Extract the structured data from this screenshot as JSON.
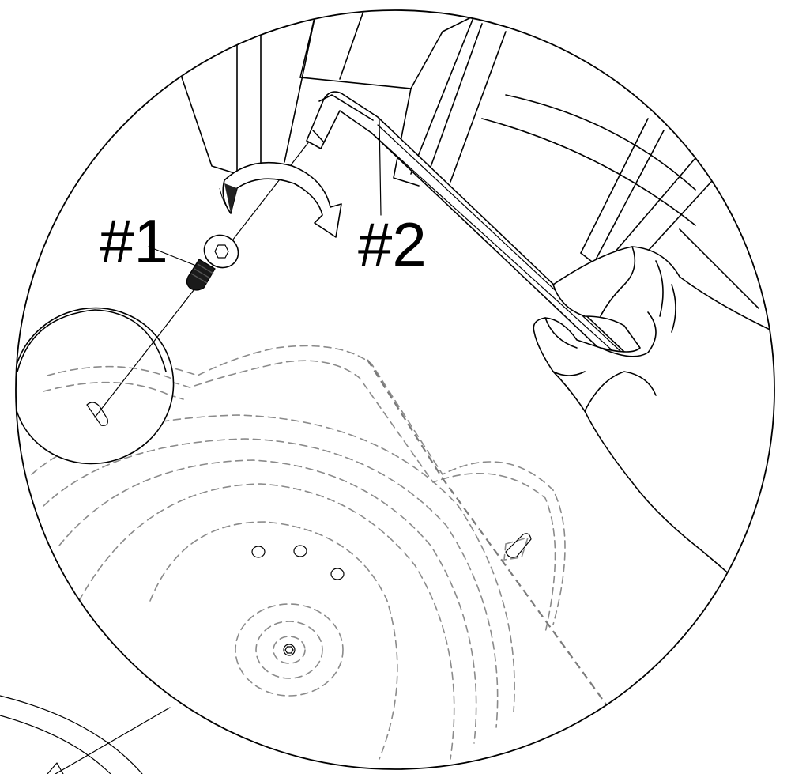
{
  "callouts": {
    "part1": "#1",
    "part2": "#2"
  },
  "icons": {
    "rotation_arrow": "curved-arrow-clockwise",
    "hand": "hand-holding-allen-key",
    "allen_key": "hex-allen-wrench",
    "screw": "socket-head-cap-screw"
  },
  "colors": {
    "line": "#000000",
    "hidden_line": "#8a8a8a",
    "background": "#ffffff"
  }
}
